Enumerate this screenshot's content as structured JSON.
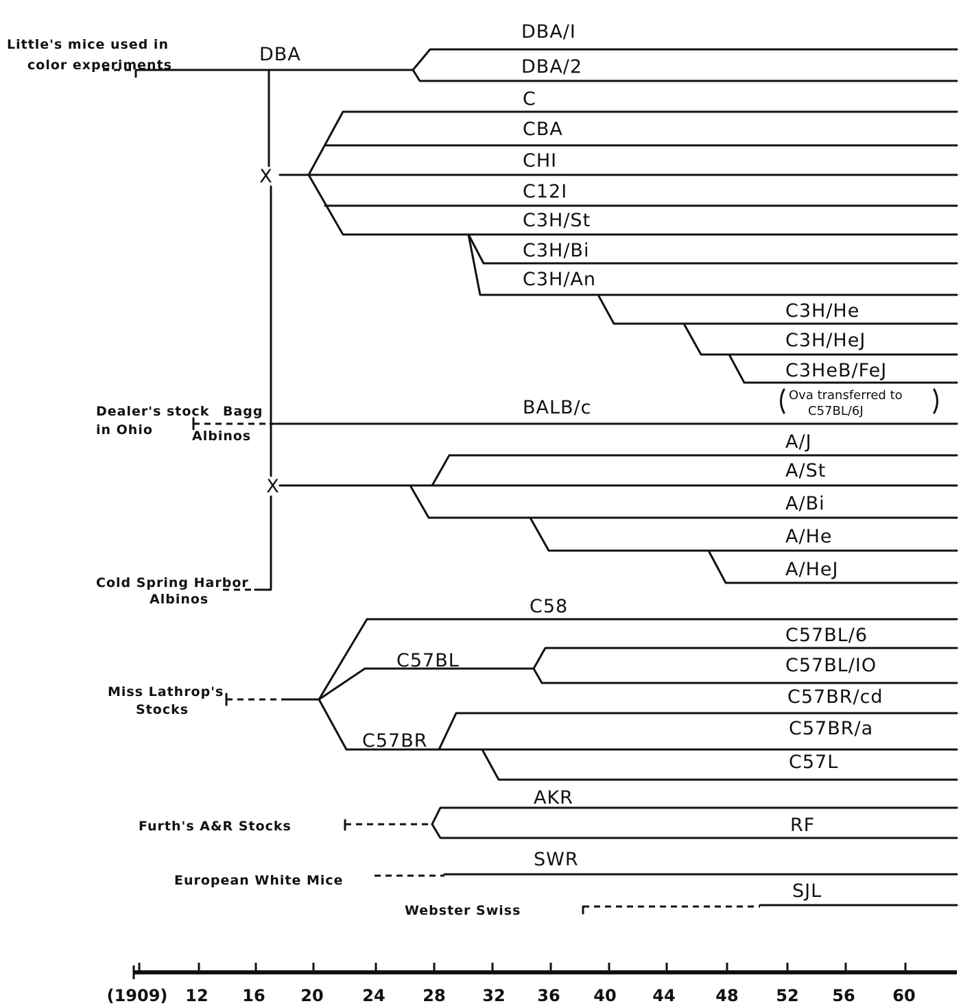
{
  "strains": {
    "dba": "DBA",
    "dba1": "DBA/I",
    "dba2": "DBA/2",
    "c": "C",
    "cba": "CBA",
    "chi": "CHI",
    "c121": "C12I",
    "c3hst": "C3H/St",
    "c3hbi": "C3H/Bi",
    "c3han": "C3H/An",
    "c3hhe": "C3H/He",
    "c3hhej": "C3H/HeJ",
    "c3hebfej": "C3HeB/FeJ",
    "balbc": "BALB/c",
    "aj": "A/J",
    "ast": "A/St",
    "abi": "A/Bi",
    "ahe": "A/He",
    "ahej": "A/HeJ",
    "c58": "C58",
    "c57bl": "C57BL",
    "c57bl6": "C57BL/6",
    "c57bl10": "C57BL/IO",
    "c57br": "C57BR",
    "c57brcd": "C57BR/cd",
    "c57bra": "C57BR/a",
    "c57l": "C57L",
    "akr": "AKR",
    "rf": "RF",
    "swr": "SWR",
    "sjl": "SJL"
  },
  "sources": {
    "little_1": "Little's mice used in",
    "little_2": "color experiments",
    "dealer_1": "Dealer's stock",
    "dealer_2": "in Ohio",
    "bagg_1": "Bagg",
    "bagg_2": "Albinos",
    "csh_1": "Cold Spring Harbor",
    "csh_2": "Albinos",
    "lathrop_1": "Miss Lathrop's",
    "lathrop_2": "Stocks",
    "furth": "Furth's A&R Stocks",
    "european": "European White Mice",
    "webster": "Webster Swiss"
  },
  "notes": {
    "ova_1": "Ova transferred to",
    "ova_2": "C57BL/6J",
    "cross_1": "X",
    "cross_2": "X"
  },
  "axis": {
    "ticks": [
      "(1909)",
      "12",
      "16",
      "20",
      "24",
      "28",
      "32",
      "36",
      "40",
      "44",
      "48",
      "52",
      "56",
      "60"
    ]
  }
}
